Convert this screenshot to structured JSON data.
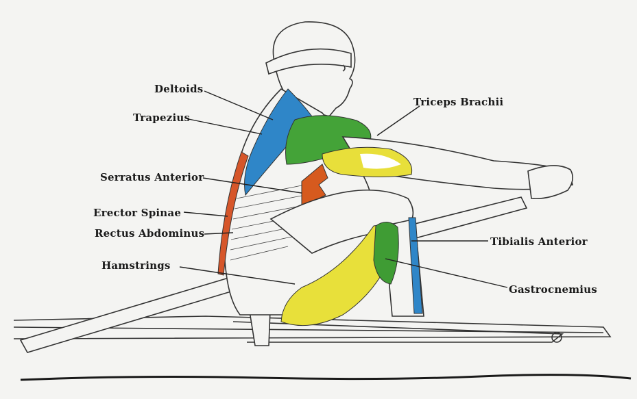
{
  "labels": {
    "deltoids": "Deltoids",
    "trapezius": "Trapezius",
    "serratus_anterior": "Serratus Anterior",
    "erector_spinae": "Erector Spinae",
    "rectus_abdominus": "Rectus Abdominus",
    "hamstrings": "Hamstrings",
    "triceps_brachii": "Triceps Brachii",
    "tibialis_anterior": "Tibialis Anterior",
    "gastrocnemius": "Gastrocnemius"
  },
  "colors": {
    "deltoids": "#2f86c8",
    "trapezius": "#44a338",
    "triceps": "#e8df3a",
    "serratus": "#d65a1e",
    "erector": "#d6562a",
    "hamstrings": "#e8e03a",
    "gastrocnemius": "#3f9c34",
    "tibialis": "#2f86c8",
    "line": "#222222"
  }
}
